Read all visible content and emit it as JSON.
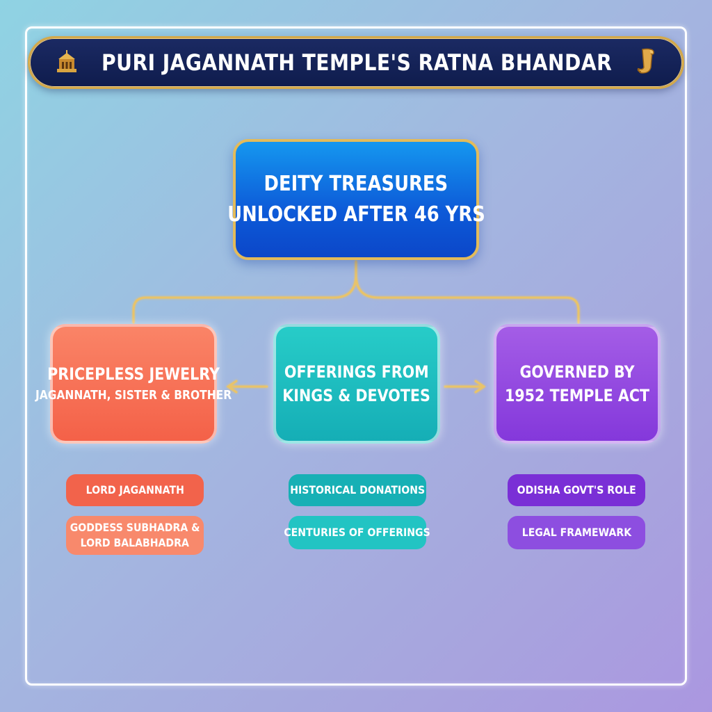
{
  "title": "PURI JAGANNATH TEMPLE'S RATNA BHANDAR",
  "root": {
    "line1": "DEITY TREASURES",
    "line2": "UNLOCKED AFTER 46 YRS"
  },
  "children": [
    {
      "title": "PRICEPLESS JEWELRY",
      "subtitle": "JAGANNATH, SISTER & BROTHER",
      "pills": [
        {
          "lines": [
            "LORD JAGANNATH"
          ]
        },
        {
          "lines": [
            "GODDESS SUBHADRA &",
            "LORD BALABHADRA"
          ]
        }
      ]
    },
    {
      "line1": "OFFERINGS FROM",
      "line2": "KINGS & DEVOTES",
      "pills": [
        {
          "lines": [
            "HISTORICAL DONATIONS"
          ]
        },
        {
          "lines": [
            "CENTURIES OF OFFERINGS"
          ]
        }
      ]
    },
    {
      "line1": "GOVERNED BY",
      "line2": "1952 TEMPLE ACT",
      "pills": [
        {
          "lines": [
            "ODISHA GOVT'S ROLE"
          ]
        },
        {
          "lines": [
            "LEGAL FRAMEWARK"
          ]
        }
      ]
    }
  ],
  "colors": {
    "gold": "#d4a94a",
    "navy": "#0f1c4d",
    "coral": "#f46148",
    "teal": "#15aeb6",
    "purple": "#8438db",
    "blue": "#0d5ad8"
  },
  "icons": {
    "title_left": "temple-icon",
    "title_right": "scroll-icon"
  }
}
